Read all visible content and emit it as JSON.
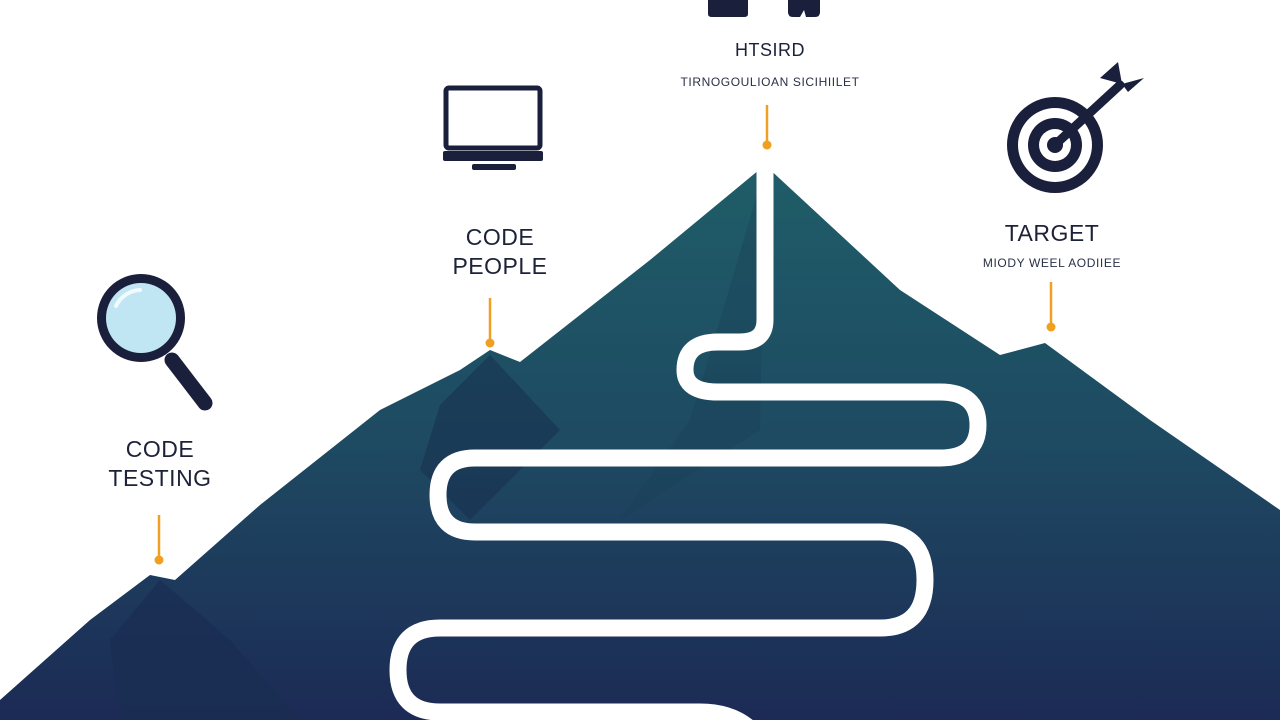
{
  "milestones": [
    {
      "id": "code-testing",
      "line1": "CODE",
      "line2": "TESTING",
      "icon": "magnifier-icon"
    },
    {
      "id": "code-people",
      "line1": "CODE",
      "line2": "PEOPLE",
      "icon": "laptop-icon"
    },
    {
      "id": "summit",
      "title": "HTSIRD",
      "subtitle": "TIRNOGOULIOAN SICIHIILET",
      "icon": "flag-icon"
    },
    {
      "id": "target",
      "title": "TARGET",
      "subtitle": "MIODY WEEL AODIIEE",
      "icon": "target-icon"
    }
  ],
  "colors": {
    "mountain_top": "#1e5b66",
    "mountain_bottom": "#1d2b55",
    "path": "#ffffff",
    "connector": "#f0a020",
    "icon": "#1a1f3c",
    "lens": "#bfe6f2"
  }
}
